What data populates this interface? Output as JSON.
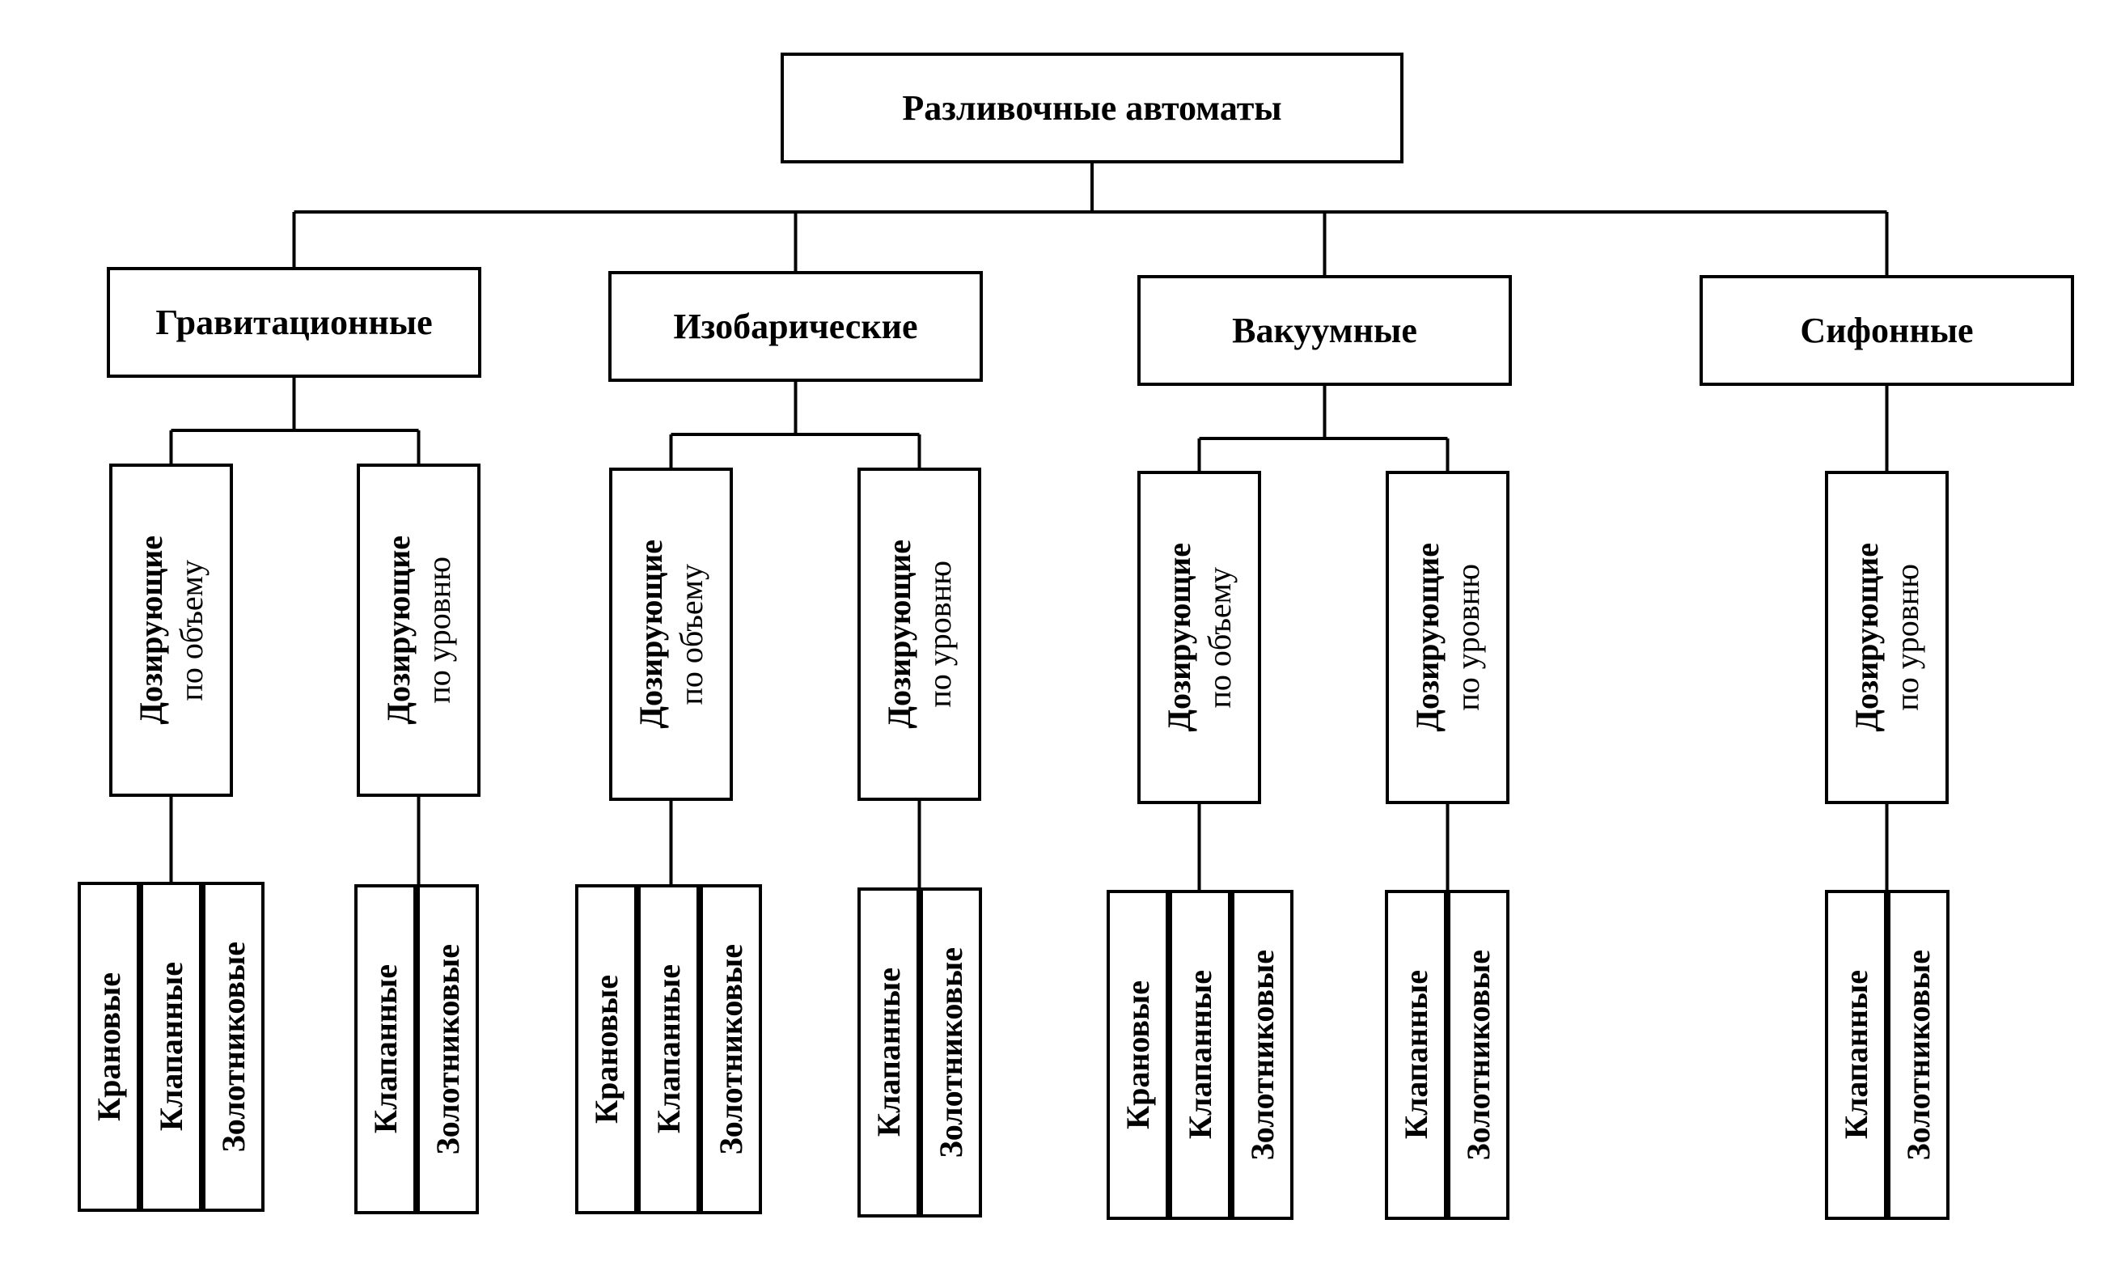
{
  "root": {
    "label": "Разливочные автоматы"
  },
  "categories": [
    {
      "label": "Гравитационные",
      "groups": [
        {
          "line1": "Дозирующие",
          "line2": "по объему",
          "leaves": [
            "Крановые",
            "Клапанные",
            "Золотниковые"
          ]
        },
        {
          "line1": "Дозирующие",
          "line2": "по уровню",
          "leaves": [
            "Клапанные",
            "Золотниковые"
          ]
        }
      ]
    },
    {
      "label": "Изобарические",
      "groups": [
        {
          "line1": "Дозирующие",
          "line2": "по объему",
          "leaves": [
            "Крановые",
            "Клапанные",
            "Золотниковые"
          ]
        },
        {
          "line1": "Дозирующие",
          "line2": "по уровню",
          "leaves": [
            "Клапанные",
            "Золотниковые"
          ]
        }
      ]
    },
    {
      "label": "Вакуумные",
      "groups": [
        {
          "line1": "Дозирующие",
          "line2": "по объему",
          "leaves": [
            "Крановые",
            "Клапанные",
            "Золотниковые"
          ]
        },
        {
          "line1": "Дозирующие",
          "line2": "по уровню",
          "leaves": [
            "Клапанные",
            "Золотниковые"
          ]
        }
      ]
    },
    {
      "label": "Сифонные",
      "groups": [
        {
          "line1": "Дозирующие",
          "line2": "по уровню",
          "leaves": [
            "Клапанные",
            "Золотниковые"
          ]
        }
      ]
    }
  ]
}
